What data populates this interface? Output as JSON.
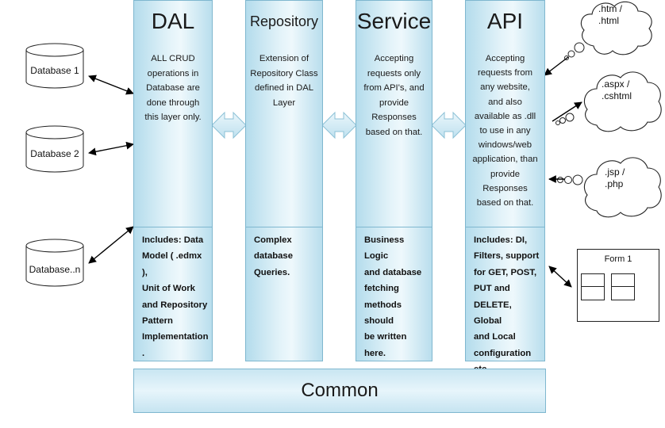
{
  "layers": [
    {
      "title": "DAL",
      "description": "ALL CRUD\noperations in\nDatabase are\ndone through\nthis layer only.",
      "includes": "Includes: Data\nModel ( .edmx ),\nUnit of Work\nand Repository\nPattern\nImplementation\n."
    },
    {
      "title": "Repository",
      "description": "Extension of\nRepository Class\ndefined in DAL\nLayer",
      "includes": "Complex\ndatabase\nQueries."
    },
    {
      "title": "Service",
      "description": "Accepting\nrequests only\nfrom API's, and\nprovide\nResponses\nbased on that.",
      "includes": "Business Logic\nand database\nfetching\nmethods should\nbe written here."
    },
    {
      "title": "API",
      "description": "Accepting\nrequests from\nany website,\nand also\navailable as .dll\nto use in any\nwindows/web\napplication, than\nprovide\nResponses\nbased on that.",
      "includes": "Includes: DI,\nFilters, support\nfor GET, POST,\nPUT and\nDELETE, Global\nand Local\nconfiguration\netc."
    }
  ],
  "common": "Common",
  "databases": [
    "Database 1",
    "Database 2",
    "Database..n"
  ],
  "clients": [
    ".htm /\n.html",
    ".aspx /\n.cshtml",
    ".jsp /\n.php"
  ],
  "form": "Form 1",
  "colors": {
    "layer_fill": "#cfeaf5",
    "layer_border": "#7fb7cf",
    "connector_arrow": "#d4ecf6",
    "line": "#000000"
  }
}
